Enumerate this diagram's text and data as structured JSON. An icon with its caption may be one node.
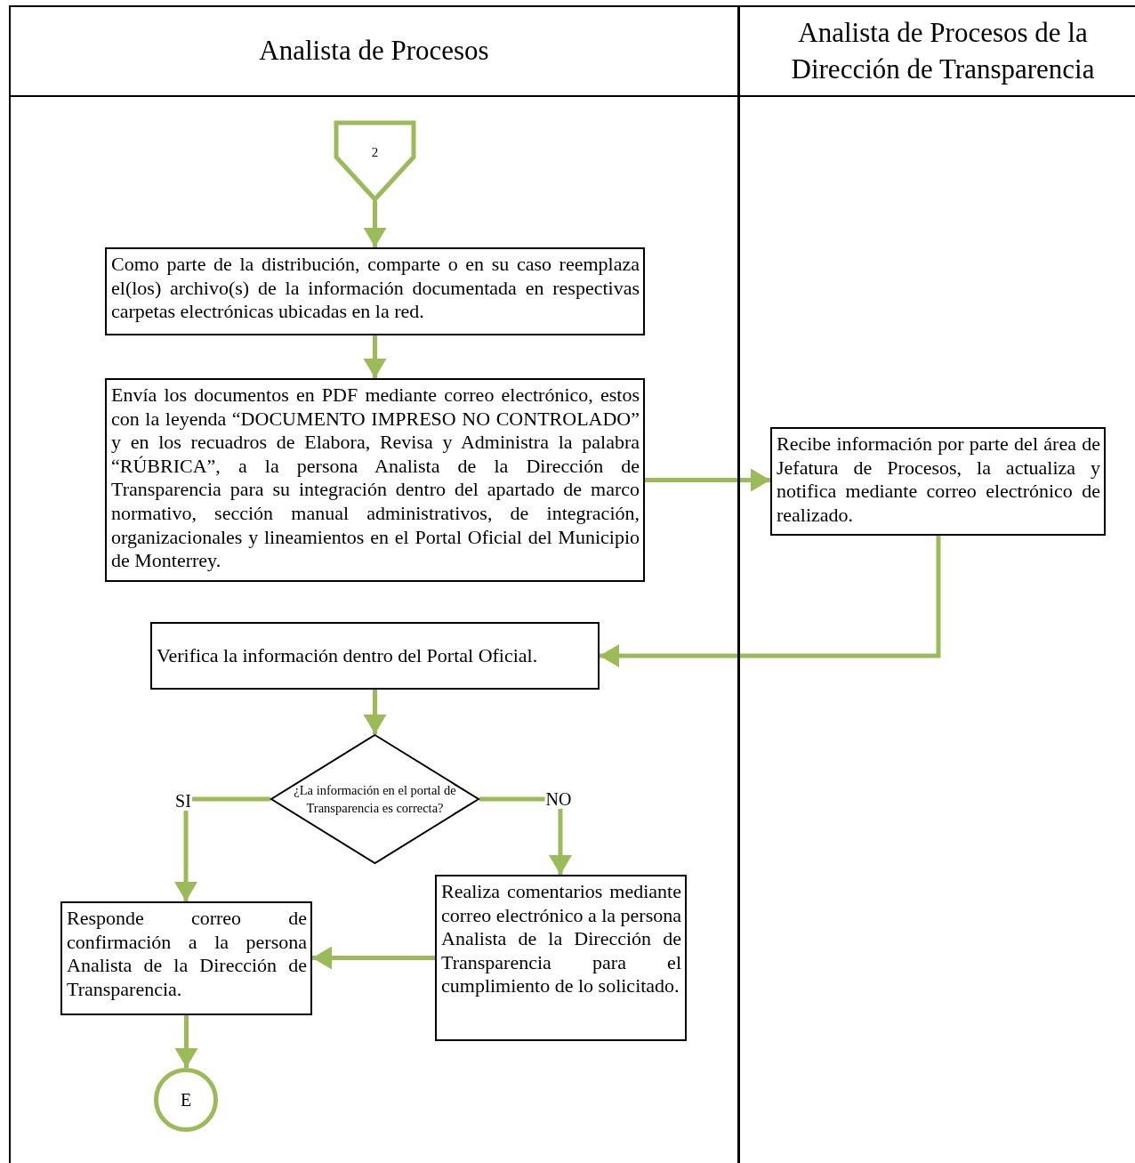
{
  "diagram": {
    "nodes": [
      {
        "text": [
          "Analista de Procesos"
        ]
      },
      {
        "text": [
          "Analista de Procesos de la Dirección de Transparencia"
        ]
      },
      {
        "text": [
          "2"
        ],
        "in": 0
      },
      {
        "text": [
          "Como parte de la distribución, comparte o en su caso reemplaza el(los) archivo(s) de la información documentada en respectivas carpetas electrónicas ubicadas en la red."
        ],
        "in": 0
      },
      {
        "text": [
          "Envía los documentos en PDF mediante correo electrónico, estos con la leyenda “DOCUMENTO IMPRESO NO CONTROLADO” y en los recuadros de Elabora, Revisa y Administra la palabra “RÚBRICA”, a la persona Analista de la Dirección de Transparencia para su integración dentro del apartado de marco normativo, sección manual administrativos, de integración, organizacionales y lineamientos en el Portal Oficial del Municipio de Monterrey."
        ],
        "in": 0
      },
      {
        "text": [
          "Recibe información por parte del área de Jefatura de Procesos, la actualiza y notifica mediante correo electrónico de realizado."
        ],
        "in": 1
      },
      {
        "text": [
          "Verifica la información dentro del Portal Oficial."
        ],
        "in": 0
      },
      {
        "text": [
          "¿La información en el portal de Transparencia es correcta?"
        ],
        "in": 0
      },
      {
        "text": [
          "Responde correo de confirmación a la persona Analista de la Dirección de Transparencia."
        ],
        "in": 0
      },
      {
        "text": [
          "Realiza comentarios mediante correo electrónico a la persona Analista de la Dirección de Transparencia para el cumplimiento de lo solicitado."
        ],
        "in": 0
      },
      {
        "text": [
          "E"
        ],
        "in": 0
      }
    ],
    "edges": [
      {
        "from": 2,
        "to": 3,
        "arrow": "to"
      },
      {
        "from": 3,
        "to": 4,
        "arrow": "to"
      },
      {
        "from": 4,
        "to": 5,
        "arrow": "to"
      },
      {
        "from": 5,
        "to": 6,
        "arrow": "to"
      },
      {
        "from": 6,
        "to": 7,
        "arrow": "to"
      },
      {
        "from": 7,
        "to": 8,
        "arrow": "to",
        "label": "SI"
      },
      {
        "from": 7,
        "to": 9,
        "arrow": "to",
        "label": "NO"
      },
      {
        "from": 9,
        "to": 8,
        "arrow": "to"
      },
      {
        "from": 8,
        "to": 10,
        "arrow": "to"
      }
    ]
  }
}
